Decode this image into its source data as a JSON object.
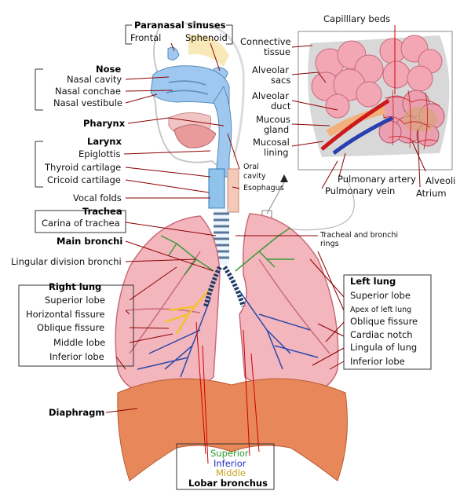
{
  "labels": {
    "paranasal_sinuses": "Paranasal sinuses",
    "frontal": "Frontal",
    "sphenoid": "Sphenoid",
    "nose": "Nose",
    "nasal_cavity": "Nasal cavity",
    "nasal_conchae": "Nasal conchae",
    "nasal_vestibule": "Nasal vestibule",
    "pharynx": "Pharynx",
    "larynx": "Larynx",
    "epiglottis": "Epiglottis",
    "thyroid_cartilage": "Thyroid cartilage",
    "cricoid_cartilage": "Cricoid cartilage",
    "vocal_folds": "Vocal folds",
    "trachea": "Trachea",
    "carina_of_trachea": "Carina of trachea",
    "main_bronchi": "Main bronchi",
    "lingular_division_bronchi": "Lingular division bronchi",
    "right_lung": "Right lung",
    "superior_lobe": "Superior lobe",
    "horizontal_fissure": "Horizontal fissure",
    "oblique_fissure": "Oblique fissure",
    "middle_lobe": "Middle lobe",
    "inferior_lobe": "Inferior lobe",
    "diaphragm": "Diaphragm",
    "oral_cavity_1": "Oral",
    "oral_cavity_2": "cavity",
    "esophagus": "Esophagus",
    "tracheal_rings_1": "Tracheal and bronchi",
    "tracheal_rings_2": "rings",
    "left_lung": "Left lung",
    "left_superior_lobe": "Superior lobe",
    "apex_of_left_lung": "Apex of left lung",
    "left_oblique_fissure": "Oblique fissure",
    "cardiac_notch": "Cardiac notch",
    "lingula_of_lung": "Lingula of lung",
    "left_inferior_lobe": "Inferior lobe",
    "capillary_beds": "Capilllary beds",
    "connective_tissue_1": "Connective",
    "connective_tissue_2": "tissue",
    "alveolar_sacs_1": "Alveolar",
    "alveolar_sacs_2": "sacs",
    "alveolar_duct_1": "Alveolar",
    "alveolar_duct_2": "duct",
    "mucous_gland_1": "Mucous",
    "mucous_gland_2": "gland",
    "mucosal_lining_1": "Mucosal",
    "mucosal_lining_2": "lining",
    "pulmonary_artery": "Pulmonary artery",
    "pulmonary_vein": "Pulmonary vein",
    "alveoli": "Alveoli",
    "atrium": "Atrium",
    "lobar_superior": "Superior",
    "lobar_inferior": "Inferior",
    "lobar_middle": "Middle",
    "lobar_bronchus": "Lobar bronchus"
  },
  "colors": {
    "lung_fill": "#f4b6bd",
    "lung_stroke": "#c96a78",
    "diaphragm": "#e8875a",
    "airway_blue": "#8fc3ec",
    "bronchi_green": "#3a9a3a",
    "bronchi_blue": "#2a4aa8",
    "bronchi_yellow": "#f2c230",
    "nasal_blue": "#9ec8ef",
    "sinus_yellow": "#f7e3a6",
    "leader": "#8b0000",
    "alveoli_pink": "#f3a6b3",
    "artery_red": "#cc1a1a",
    "vein_blue": "#2a3fb0",
    "connective_gray": "#d8d8d8",
    "lobar_superior": "#2a9a2a",
    "lobar_inferior": "#1f2fc4",
    "lobar_middle": "#c9a31a"
  }
}
